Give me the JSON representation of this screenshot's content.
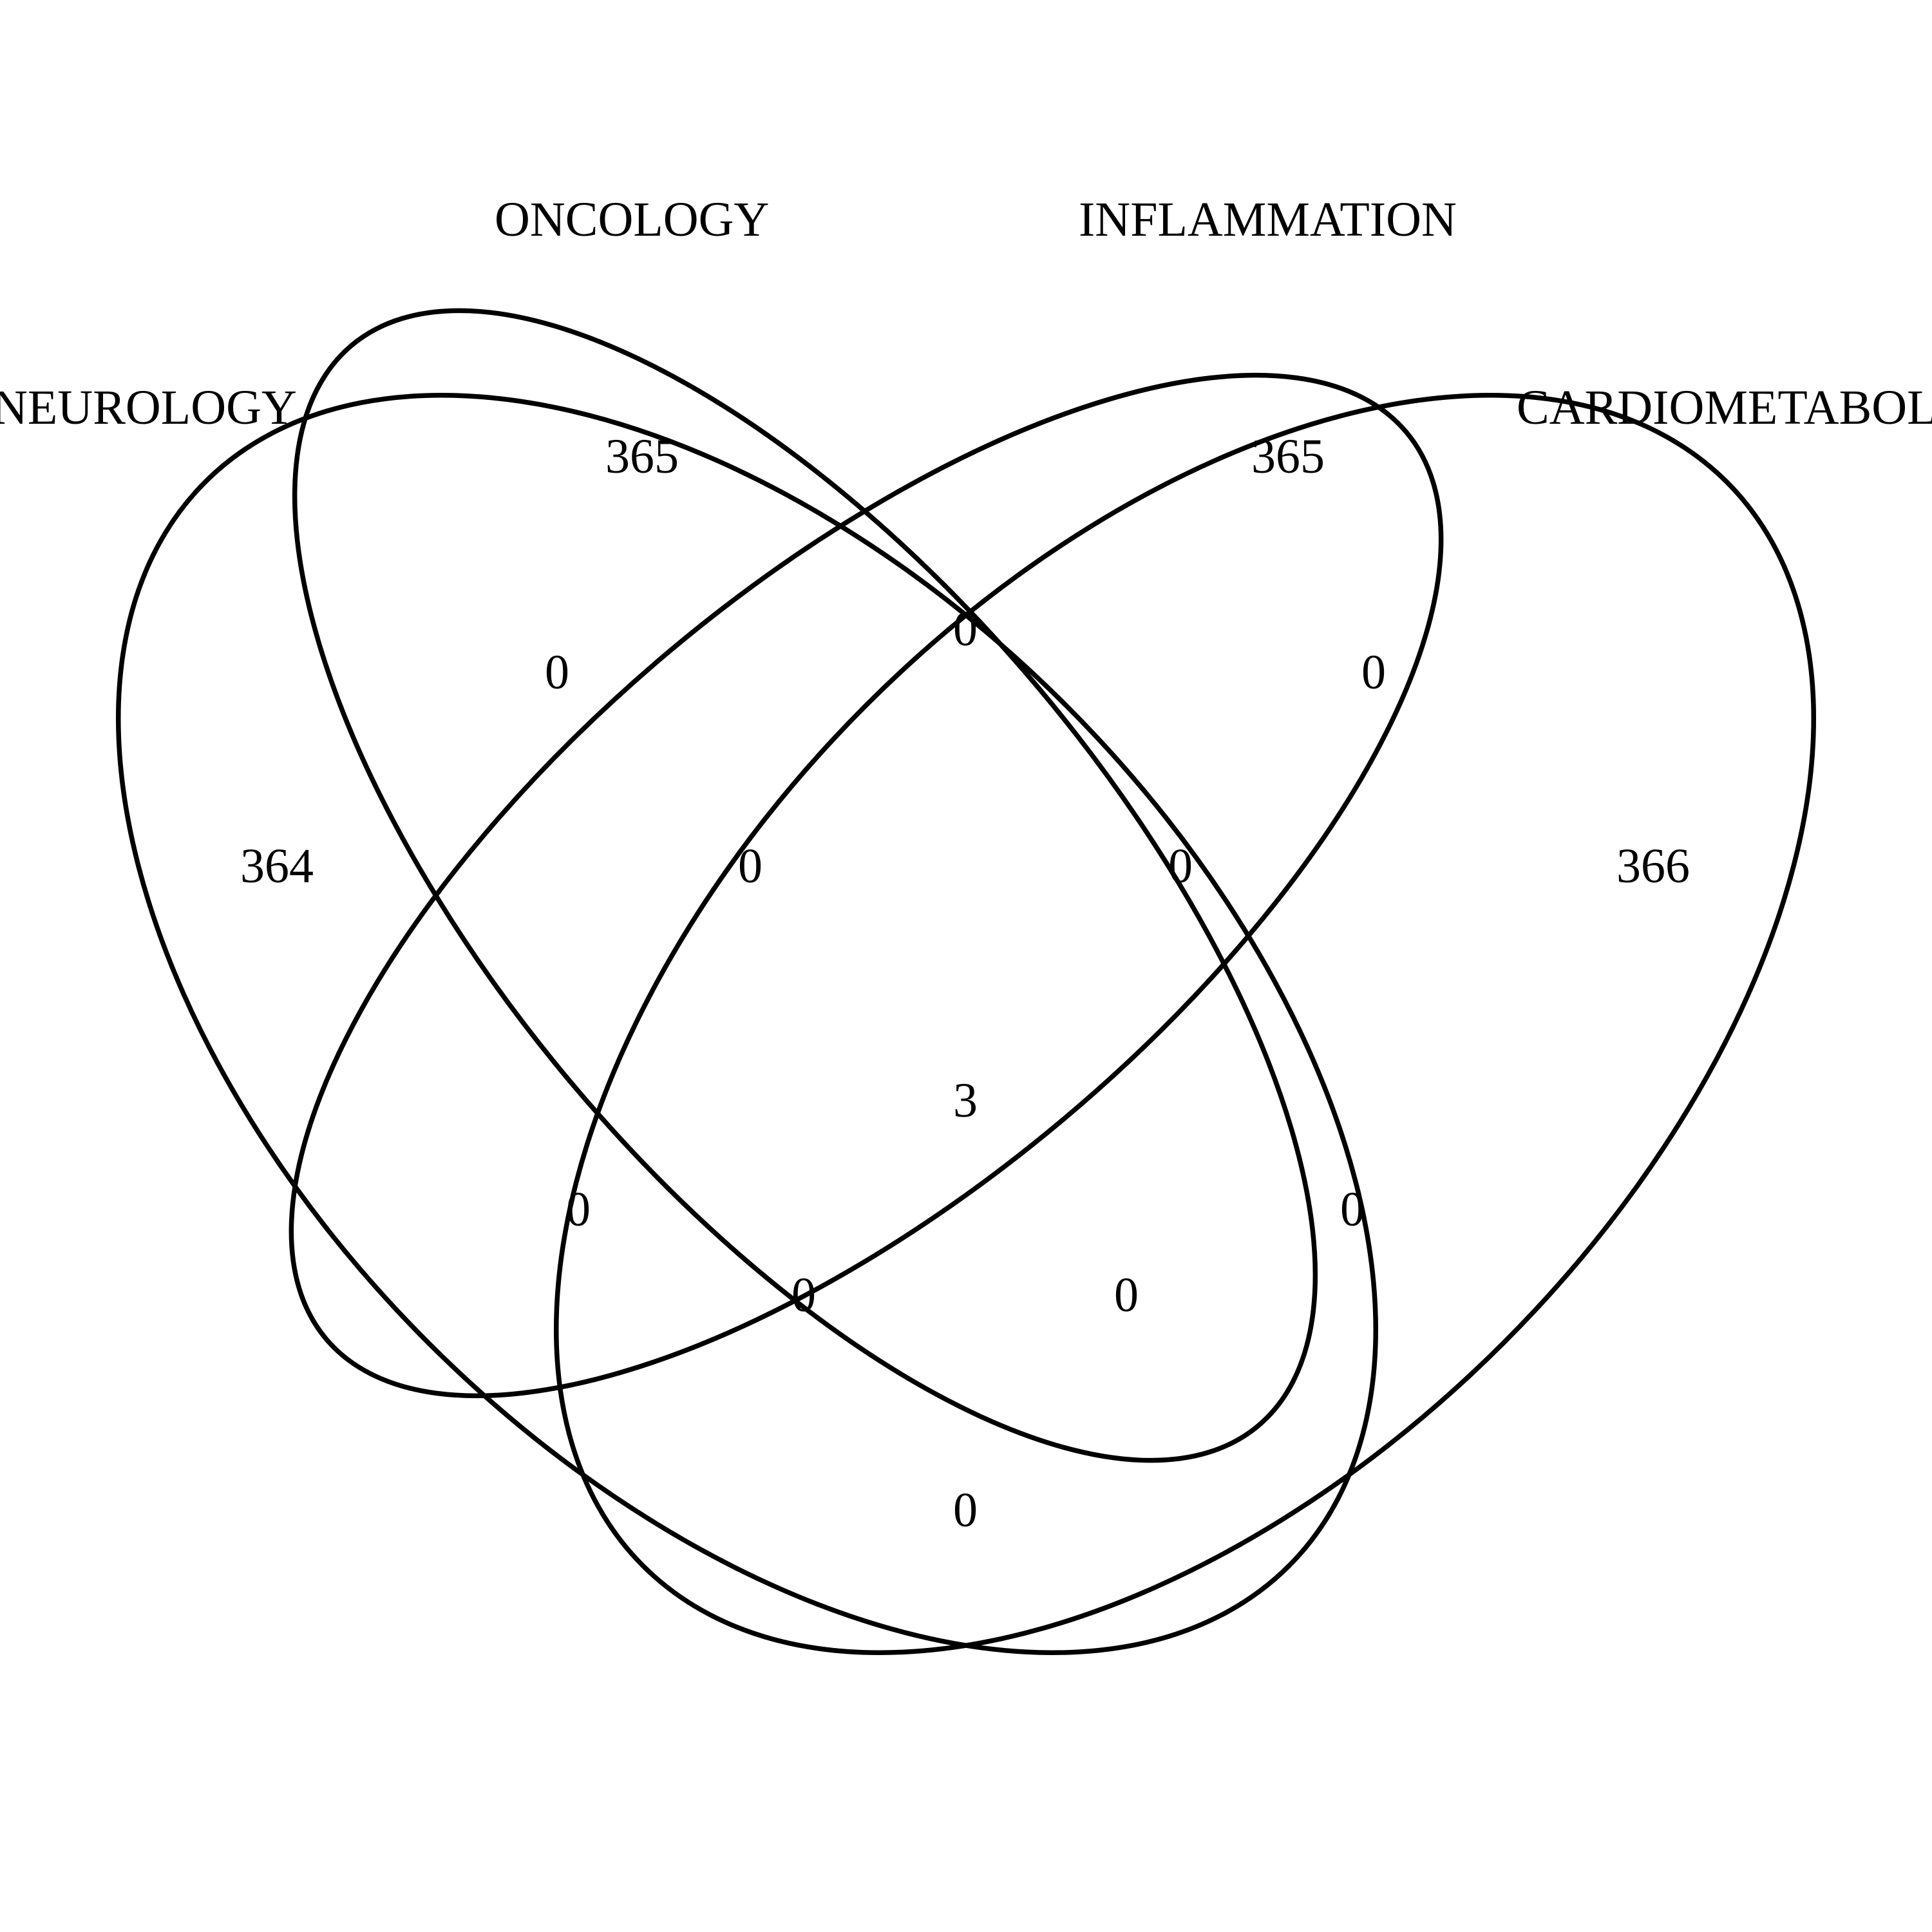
{
  "sets": [
    {
      "id": "neurology",
      "label": "NEUROLOGY"
    },
    {
      "id": "oncology",
      "label": "ONCOLOGY"
    },
    {
      "id": "inflammation",
      "label": "INFLAMMATION"
    },
    {
      "id": "cardiometabolic",
      "label": "CARDIOMETABOLIC"
    }
  ],
  "regions": {
    "neurology_only": "364",
    "oncology_only": "365",
    "inflammation_only": "365",
    "cardiometabolic_only": "366",
    "neurology_oncology": "0",
    "oncology_inflammation": "0",
    "inflammation_cardiometabolic": "0",
    "neurology_oncology_inflammation": "0",
    "oncology_inflammation_cardiometabolic": "0",
    "all_four": "3",
    "neurology_inflammation": "0",
    "oncology_cardiometabolic": "0",
    "neurology_inflammation_cardiometabolic": "0",
    "neurology_oncology_cardiometabolic": "0",
    "neurology_cardiometabolic": "0"
  },
  "style": {
    "stroke": "#000000",
    "background": "#ffffff"
  }
}
